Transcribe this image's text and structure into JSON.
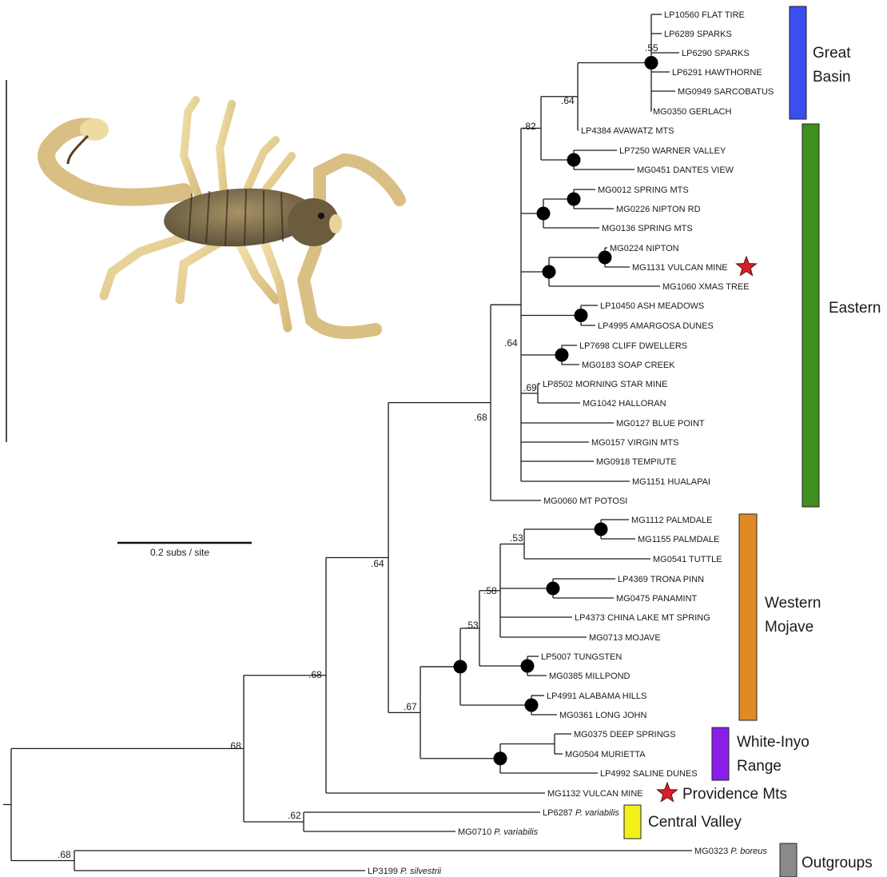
{
  "tree": {
    "leaves": [
      {
        "id": "lp10560",
        "label": "LP10560 FLAT TIRE"
      },
      {
        "id": "lp6289",
        "label": "LP6289 SPARKS"
      },
      {
        "id": "lp6290",
        "label": "LP6290 SPARKS"
      },
      {
        "id": "lp6291",
        "label": "LP6291 HAWTHORNE"
      },
      {
        "id": "mg0949",
        "label": "MG0949 SARCOBATUS"
      },
      {
        "id": "mg0350",
        "label": "MG0350 GERLACH"
      },
      {
        "id": "lp4384",
        "label": "LP4384 AVAWATZ MTS"
      },
      {
        "id": "lp7250",
        "label": "LP7250 WARNER VALLEY"
      },
      {
        "id": "mg0451",
        "label": "MG0451 DANTES VIEW"
      },
      {
        "id": "mg0012",
        "label": "MG0012 SPRING MTS"
      },
      {
        "id": "mg0226",
        "label": "MG0226 NIPTON RD"
      },
      {
        "id": "mg0136",
        "label": "MG0136 SPRING MTS"
      },
      {
        "id": "mg0224",
        "label": "MG0224 NIPTON"
      },
      {
        "id": "mg1131",
        "label": "MG1131 VULCAN MINE"
      },
      {
        "id": "mg1060",
        "label": "MG1060 XMAS TREE"
      },
      {
        "id": "lp10450",
        "label": "LP10450 ASH MEADOWS"
      },
      {
        "id": "lp4995",
        "label": "LP4995 AMARGOSA DUNES"
      },
      {
        "id": "lp7698",
        "label": "LP7698 CLIFF DWELLERS"
      },
      {
        "id": "mg0183",
        "label": "MG0183 SOAP CREEK"
      },
      {
        "id": "lp8502",
        "label": "LP8502 MORNING STAR MINE"
      },
      {
        "id": "mg1042",
        "label": "MG1042 HALLORAN"
      },
      {
        "id": "mg0127",
        "label": "MG0127 BLUE POINT"
      },
      {
        "id": "mg0157",
        "label": "MG0157 VIRGIN MTS"
      },
      {
        "id": "mg0918",
        "label": "MG0918 TEMPIUTE"
      },
      {
        "id": "mg1151",
        "label": "MG1151 HUALAPAI"
      },
      {
        "id": "mg0060",
        "label": "MG0060 MT POTOSI"
      },
      {
        "id": "mg1112",
        "label": "MG1112 PALMDALE"
      },
      {
        "id": "mg1155",
        "label": "MG1155 PALMDALE"
      },
      {
        "id": "mg0541",
        "label": "MG0541 TUTTLE"
      },
      {
        "id": "lp4369",
        "label": "LP4369 TRONA PINN"
      },
      {
        "id": "mg0475",
        "label": "MG0475 PANAMINT"
      },
      {
        "id": "lp4373",
        "label": "LP4373 CHINA LAKE MT SPRING"
      },
      {
        "id": "mg0713",
        "label": "MG0713 MOJAVE"
      },
      {
        "id": "lp5007",
        "label": "LP5007 TUNGSTEN"
      },
      {
        "id": "mg0385",
        "label": "MG0385 MILLPOND"
      },
      {
        "id": "lp4991",
        "label": "LP4991 ALABAMA HILLS"
      },
      {
        "id": "mg0361",
        "label": "MG0361 LONG JOHN"
      },
      {
        "id": "mg0375",
        "label": "MG0375 DEEP SPRINGS"
      },
      {
        "id": "mg0504",
        "label": "MG0504 MURIETTA"
      },
      {
        "id": "lp4992",
        "label": "LP4992 SALINE DUNES"
      },
      {
        "id": "mg1132",
        "label": "MG1132 VULCAN MINE"
      },
      {
        "id": "lp6287",
        "label": "LP6287",
        "species": "P. variabilis"
      },
      {
        "id": "mg0710",
        "label": "MG0710",
        "species": "P. variabilis"
      },
      {
        "id": "mg0323",
        "label": "MG0323",
        "species": "P. boreus"
      },
      {
        "id": "lp3199",
        "label": "LP3199",
        "species": "P. silvestrii"
      }
    ],
    "support_values": [
      {
        "id": "s55",
        "value": ".55"
      },
      {
        "id": "s64a",
        "value": ".64"
      },
      {
        "id": "s82",
        "value": ".82"
      },
      {
        "id": "s64b",
        "value": ".64"
      },
      {
        "id": "s69",
        "value": ".69"
      },
      {
        "id": "s68a",
        "value": ".68"
      },
      {
        "id": "s53a",
        "value": ".53"
      },
      {
        "id": "s58",
        "value": ".58"
      },
      {
        "id": "s53b",
        "value": ".53"
      },
      {
        "id": "s67",
        "value": ".67"
      },
      {
        "id": "s64c",
        "value": ".64"
      },
      {
        "id": "s68b",
        "value": ".68"
      },
      {
        "id": "s68c",
        "value": ".68"
      },
      {
        "id": "s62",
        "value": ".62"
      },
      {
        "id": "s68d",
        "value": ".68"
      }
    ],
    "clades": [
      {
        "id": "great-basin",
        "lines": [
          "Great",
          "Basin"
        ],
        "color": "#3b4ef0"
      },
      {
        "id": "eastern",
        "lines": [
          "Eastern"
        ],
        "color": "#3f8f1f"
      },
      {
        "id": "western-mojave",
        "lines": [
          "Western",
          "Mojave"
        ],
        "color": "#e08a24"
      },
      {
        "id": "white-inyo",
        "lines": [
          "White-Inyo",
          "Range"
        ],
        "color": "#8a1ee8"
      },
      {
        "id": "providence",
        "lines": [
          "Providence Mts"
        ],
        "color": null
      },
      {
        "id": "central-valley",
        "lines": [
          "Central Valley"
        ],
        "color": "#f2f21a"
      },
      {
        "id": "outgroups",
        "lines": [
          "Outgroups"
        ],
        "color": "#8a8a8a"
      }
    ],
    "markers": {
      "star_color": "#d8202a",
      "node_dot_color": "#000000"
    },
    "scale_bar": {
      "label": "0.2 subs / site"
    }
  }
}
